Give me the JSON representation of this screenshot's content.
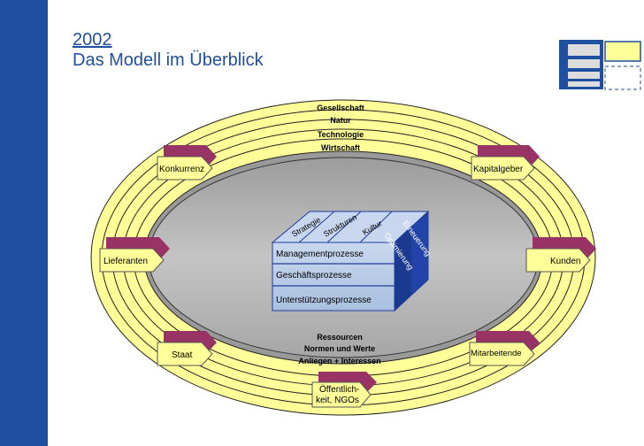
{
  "header": {
    "year": "2002",
    "title": "Das Modell im Überblick"
  },
  "outer_rings": [
    "Gesellschaft",
    "Natur",
    "Technologie",
    "Wirtschaft"
  ],
  "stakeholders": {
    "konkurrenz": "Konkurrenz",
    "kapitalgeber": "Kapitalgeber",
    "lieferanten": "Lieferanten",
    "kunden": "Kunden",
    "staat": "Staat",
    "mitarbeitende": "Mitarbeitende",
    "oeffentlich_line1": "Öffentlich-",
    "oeffentlich_line2": "keit, NGOs"
  },
  "block_top": [
    "Strategie",
    "Strukturen",
    "Kultur"
  ],
  "block_side": [
    "Erneuerung",
    "Optimierung"
  ],
  "processes": [
    "Managementprozesse",
    "Geschäftsprozesse",
    "Unterstützungsprozesse"
  ],
  "bottom_labels": [
    "Ressourcen",
    "Normen und Werte",
    "Anliegen + Interessen"
  ],
  "colors": {
    "brand": "#1f4f9e",
    "ring_yellow": "#ffff99",
    "inner_gray": "#c0c0c0",
    "block_front": "#b8cce4",
    "block_top": "#c5d5ee",
    "block_side": "#1f3d99",
    "tab_shadow": "#993366"
  }
}
